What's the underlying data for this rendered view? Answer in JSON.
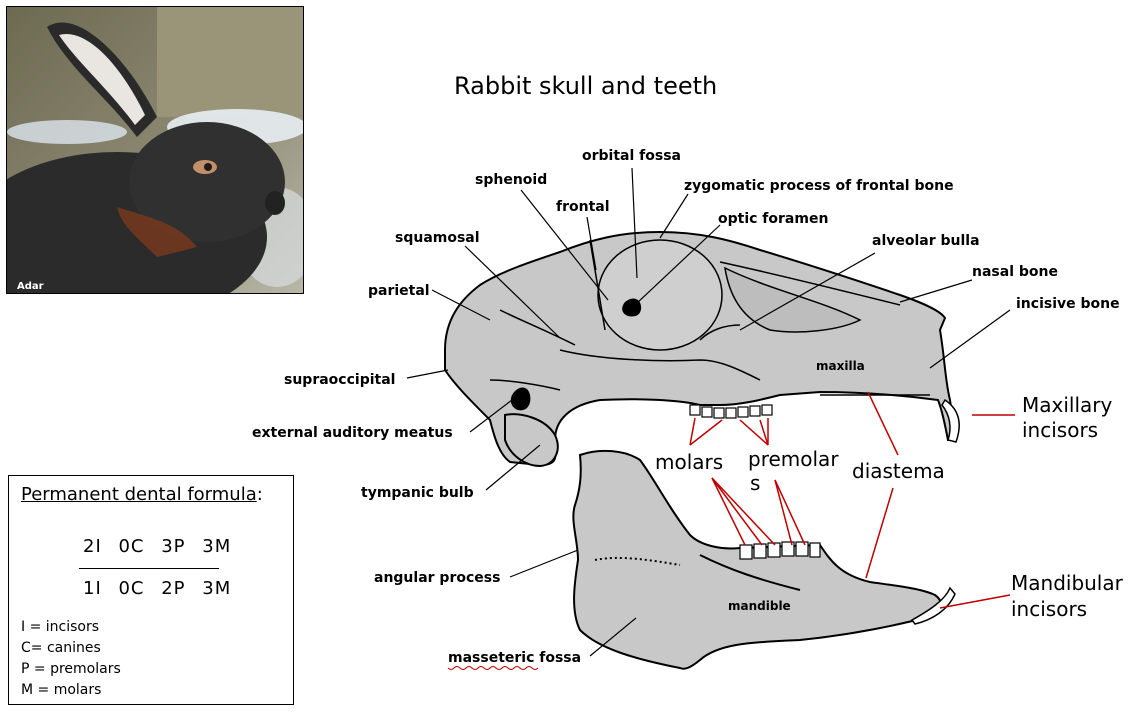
{
  "title": "Rabbit skull and teeth",
  "photo": {
    "credit": "Adar"
  },
  "labels": {
    "orbital_fossa": "orbital fossa",
    "sphenoid": "sphenoid",
    "zygomatic": "zygomatic process of frontal bone",
    "frontal": "frontal",
    "optic_foramen": "optic foramen",
    "squamosal": "squamosal",
    "alveolar_bulla": "alveolar bulla",
    "nasal_bone": "nasal bone",
    "parietal": "parietal",
    "incisive_bone": "incisive bone",
    "maxilla": "maxilla",
    "supraoccipital": "supraoccipital",
    "external_auditory_meatus": "external auditory meatus",
    "tympanic_bulb": "tympanic bulb",
    "angular_process": "angular process",
    "mandible": "mandible",
    "masseteric_fossa": "masseteric fossa",
    "molars": "molars",
    "premolars_1": "premolar",
    "premolars_2": "s",
    "diastema": "diastema",
    "maxillary_incisors_1": "Maxillary",
    "maxillary_incisors_2": "incisors",
    "mandibular_incisors_1": "Mandibular",
    "mandibular_incisors_2": "incisors"
  },
  "formula": {
    "title": "Permanent dental formula",
    "title_suffix": ":",
    "upper": "2I 0C 3P 3M",
    "lower": "1I 0C 2P 3M",
    "legend": [
      "I = incisors",
      "C= canines",
      "P = premolars",
      "M = molars"
    ]
  },
  "colors": {
    "bone": "#c8c8c8",
    "pointer_red": "#c00000",
    "line": "#000000"
  }
}
